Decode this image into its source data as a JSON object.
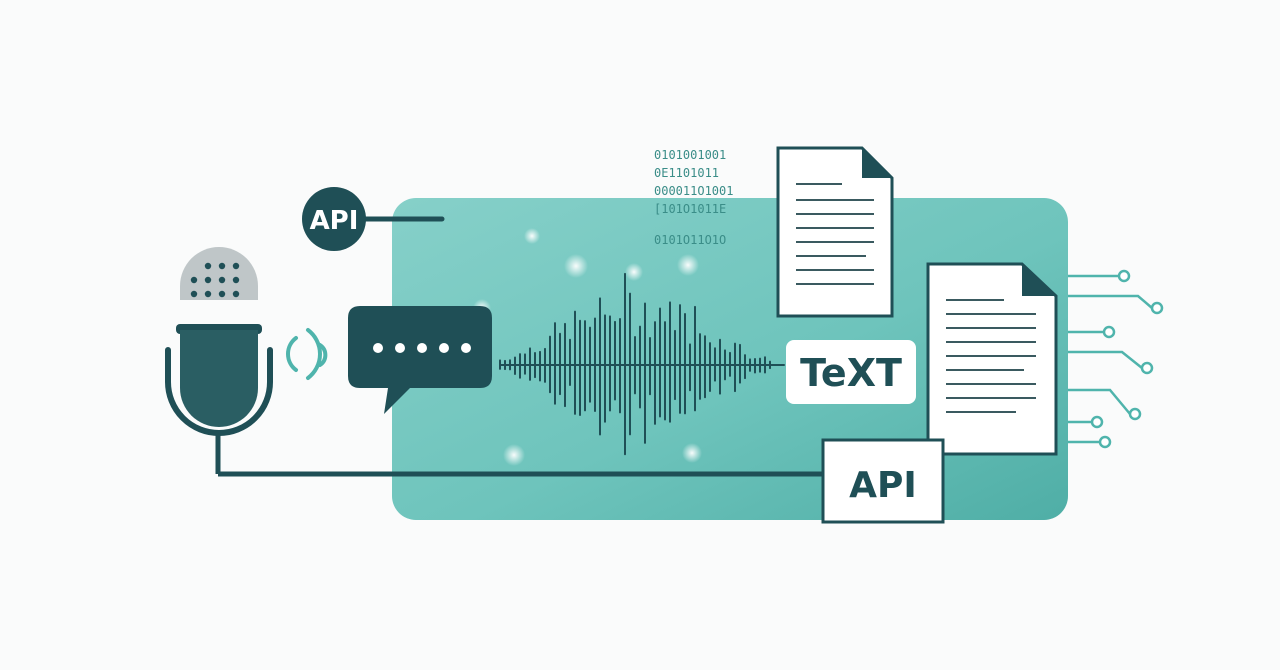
{
  "labels": {
    "api_top": "API",
    "text_badge": "TeXT",
    "api_bottom": "API"
  },
  "binary_lines": [
    "0101001001",
    "0E1101011",
    "000011O1001",
    "[101O1011E",
    "0101O11O1O"
  ],
  "icons": {
    "microphone": "microphone-icon",
    "sound_waves": "sound-waves-icon",
    "chat_bubble": "chat-bubble-icon",
    "waveform": "audio-waveform",
    "document": "document-icon",
    "circuit": "circuit-lines"
  },
  "colors": {
    "background": "#fafbfb",
    "panel": "#6cc3bb",
    "panel_dark": "#4fb0a8",
    "ink": "#1f4f56",
    "accent": "#4fb4ac",
    "paper": "#ffffff"
  }
}
